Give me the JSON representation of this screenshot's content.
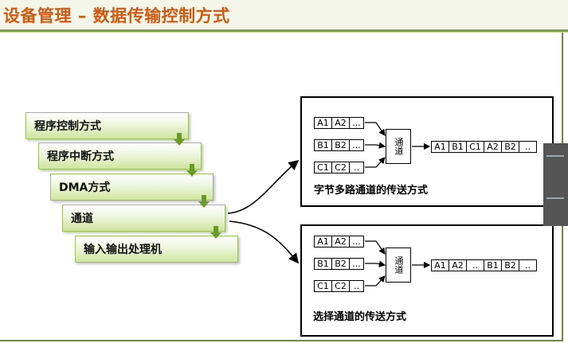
{
  "title": "设备管理 – 数据传输控制方式",
  "steps": [
    "程序控制方式",
    "程序中断方式",
    "DMA方式",
    "通道",
    "输入输出处理机"
  ],
  "panel_top": {
    "inputs": [
      [
        "A1",
        "A2",
        "..."
      ],
      [
        "B1",
        "B2",
        "..."
      ],
      [
        "C1",
        "C2",
        ".."
      ]
    ],
    "channel": "通道",
    "output": [
      "A1",
      "B1",
      "C1",
      "A2",
      "B2",
      ".."
    ],
    "caption": "字节多路通道的传送方式"
  },
  "panel_bottom": {
    "inputs": [
      [
        "A1",
        "A2",
        "..."
      ],
      [
        "B1",
        "B2",
        "..."
      ],
      [
        "C1",
        "C2",
        ".."
      ]
    ],
    "channel": "通道",
    "output": [
      "A1",
      "A2",
      "..",
      "B1",
      "B2",
      ".."
    ],
    "caption": "选择通道的传送方式"
  },
  "colors": {
    "title": "#d05a12",
    "rule": "#7aa339",
    "step_border": "#9fbf66",
    "arrow": "#5f8f22"
  }
}
